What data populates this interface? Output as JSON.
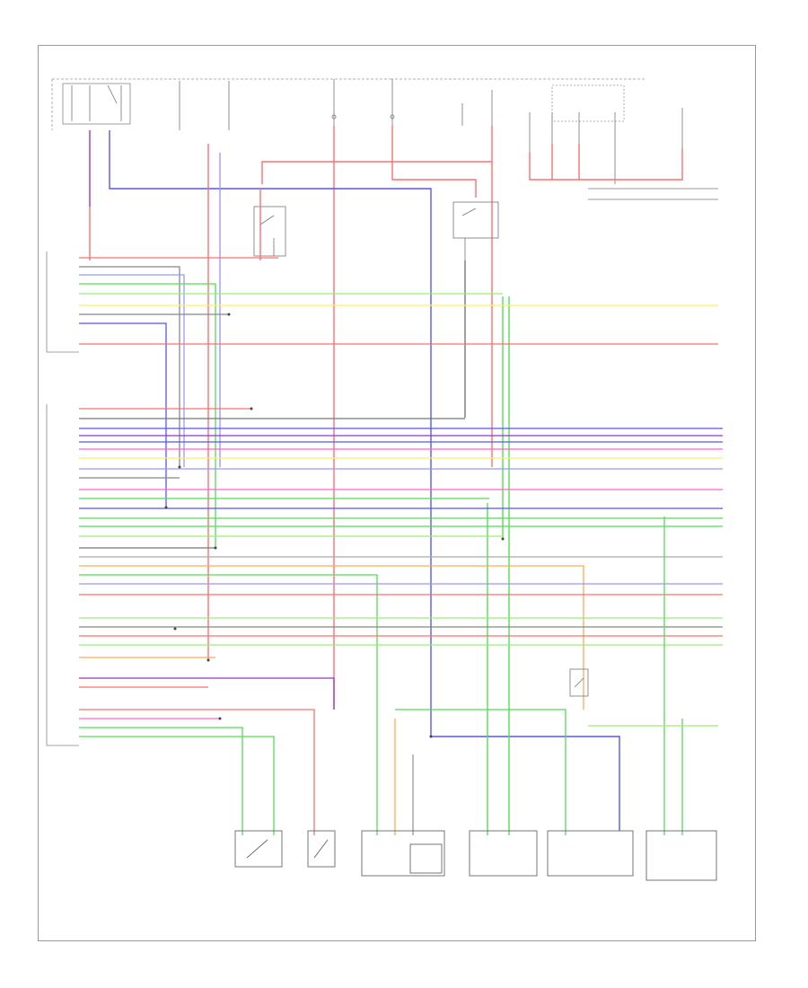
{
  "diagram": {
    "reference_id": "",
    "wire_colors": {
      "red": "#ff6f6f",
      "pink": "#ff66cc",
      "blue": "#5555ff",
      "light_blue": "#9999ff",
      "green": "#55dd55",
      "light_green": "#99ee77",
      "yellow": "#ffee66",
      "purple": "#9933cc",
      "orange": "#ffaa55",
      "gray": "#888888",
      "black": "#333333"
    },
    "components": [
      {
        "id": "fuse-relay-box-top-left"
      },
      {
        "id": "fuse-top-center-1"
      },
      {
        "id": "fuse-top-center-2"
      },
      {
        "id": "relay-box-top-right"
      },
      {
        "id": "relay-mid-left"
      },
      {
        "id": "relay-mid-right"
      },
      {
        "id": "control-unit-upper"
      },
      {
        "id": "control-unit-lower"
      },
      {
        "id": "switch-bottom-1"
      },
      {
        "id": "switch-bottom-2"
      },
      {
        "id": "module-bottom-3"
      },
      {
        "id": "module-bottom-4"
      },
      {
        "id": "module-bottom-5"
      },
      {
        "id": "module-bottom-6"
      }
    ]
  }
}
